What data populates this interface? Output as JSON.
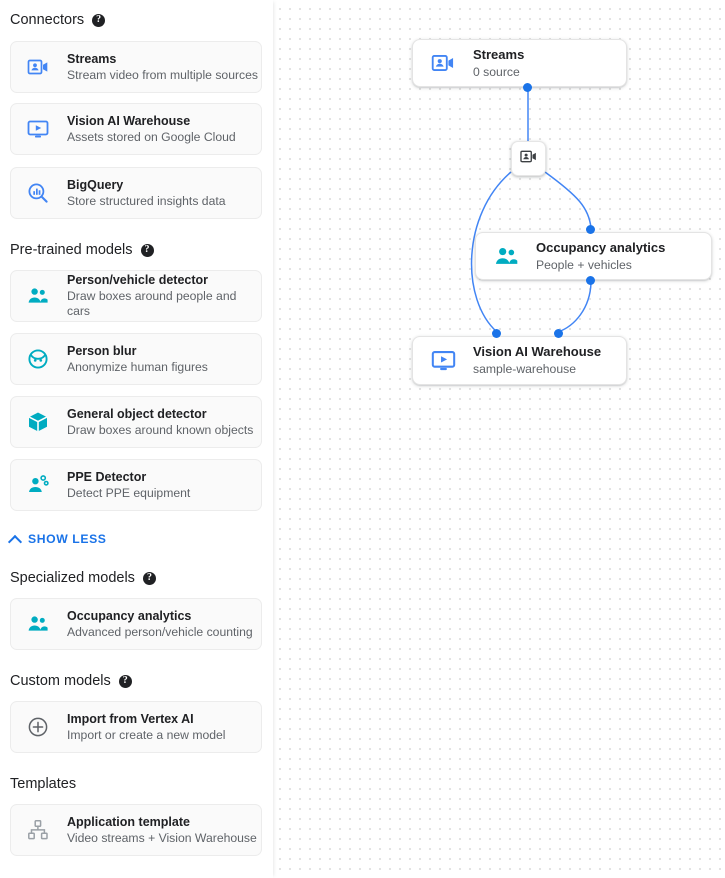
{
  "sidebar": {
    "sections": [
      {
        "id": "connectors",
        "title": "Connectors",
        "has_help": true,
        "items": [
          {
            "title": "Streams",
            "subtitle": "Stream video from multiple sources",
            "icon": "video-camera-person-icon",
            "color": "#4285f4"
          },
          {
            "title": "Vision AI Warehouse",
            "subtitle": "Assets stored on Google Cloud",
            "icon": "monitor-play-icon",
            "color": "#4285f4"
          },
          {
            "title": "BigQuery",
            "subtitle": "Store structured insights data",
            "icon": "bigquery-search-icon",
            "color": "#4285f4"
          }
        ]
      },
      {
        "id": "pretrained",
        "title": "Pre-trained models",
        "has_help": true,
        "items": [
          {
            "title": "Person/vehicle detector",
            "subtitle": "Draw boxes around people and cars",
            "icon": "people-group-icon",
            "color": "#00acc1"
          },
          {
            "title": "Person blur",
            "subtitle": "Anonymize human figures",
            "icon": "face-circle-icon",
            "color": "#00acc1"
          },
          {
            "title": "General object detector",
            "subtitle": "Draw boxes around known objects",
            "icon": "cube-box-icon",
            "color": "#00acc1"
          },
          {
            "title": "PPE Detector",
            "subtitle": "Detect PPE equipment",
            "icon": "ppe-person-icon",
            "color": "#00acc1"
          }
        ]
      },
      {
        "id": "specialized",
        "title": "Specialized models",
        "has_help": true,
        "items": [
          {
            "title": "Occupancy analytics",
            "subtitle": "Advanced person/vehicle counting",
            "icon": "people-group-icon",
            "color": "#00acc1"
          }
        ]
      },
      {
        "id": "custom",
        "title": "Custom models",
        "has_help": true,
        "items": [
          {
            "title": "Import from Vertex AI",
            "subtitle": "Import or create a new model",
            "icon": "plus-circle-icon",
            "color": "#5f6368"
          }
        ]
      },
      {
        "id": "templates",
        "title": "Templates",
        "has_help": false,
        "items": [
          {
            "title": "Application template",
            "subtitle": "Video streams + Vision Warehouse",
            "icon": "hierarchy-tree-icon",
            "color": "#9aa0a6"
          }
        ]
      }
    ],
    "show_less_label": "SHOW LESS",
    "help_glyph": "?"
  },
  "canvas": {
    "nodes": [
      {
        "id": "streams",
        "title": "Streams",
        "subtitle": "0 source",
        "icon": "video-camera-person-icon",
        "color": "#4285f4"
      },
      {
        "id": "occupancy",
        "title": "Occupancy analytics",
        "subtitle": "People + vehicles",
        "icon": "people-group-icon",
        "color": "#00acc1"
      },
      {
        "id": "warehouse",
        "title": "Vision AI Warehouse",
        "subtitle": "sample-warehouse",
        "icon": "monitor-play-icon",
        "color": "#4285f4"
      }
    ],
    "mini_node": {
      "id": "stream-chip",
      "icon": "video-camera-person-icon",
      "color": "#3c4043"
    },
    "edge_color": "#4285f4",
    "port_color": "#1a73e8"
  }
}
